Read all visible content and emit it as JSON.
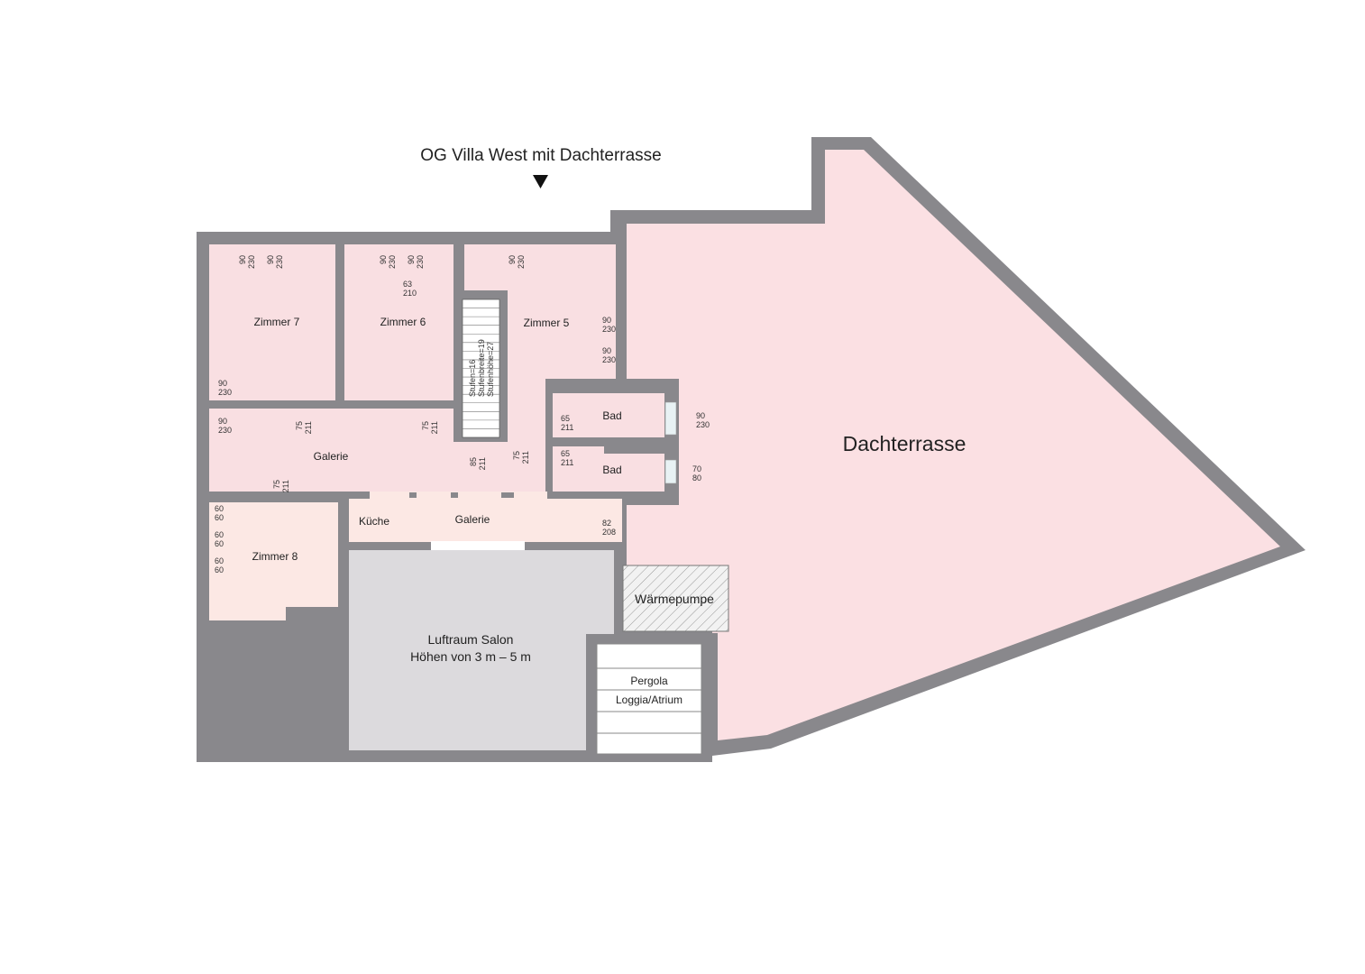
{
  "title": "OG Villa West mit Dachterrasse",
  "colors": {
    "wall": "#89888c",
    "room": "#f9dfe2",
    "room_light": "#fce8e4",
    "void": "#dcdadd",
    "terrace": "#fbe0e3"
  },
  "rooms": {
    "zimmer7": "Zimmer 7",
    "zimmer6": "Zimmer 6",
    "zimmer5": "Zimmer 5",
    "zimmer8": "Zimmer 8",
    "galerie_upper": "Galerie",
    "galerie_lower": "Galerie",
    "kueche": "Küche",
    "bad1": "Bad",
    "bad2": "Bad",
    "terrace": "Dachterrasse",
    "heatpump": "Wärmepumpe",
    "void_line1": "Luftraum Salon",
    "void_line2": "Höhen von 3 m – 5 m",
    "pergola": "Pergola",
    "loggia": "Loggia/Atrium"
  },
  "stairs": {
    "steps": "Stufen=16",
    "width": "Stufenbreite=19",
    "height": "Stufenhöhe=27"
  },
  "openings": [
    {
      "a": "90",
      "b": "230"
    },
    {
      "a": "90",
      "b": "230"
    },
    {
      "a": "90",
      "b": "230"
    },
    {
      "a": "90",
      "b": "230"
    },
    {
      "a": "90",
      "b": "230"
    },
    {
      "a": "63",
      "b": "210"
    },
    {
      "a": "90",
      "b": "230"
    },
    {
      "a": "90",
      "b": "230"
    },
    {
      "a": "90",
      "b": "230"
    },
    {
      "a": "90",
      "b": "230"
    },
    {
      "a": "75",
      "b": "211"
    },
    {
      "a": "75",
      "b": "211"
    },
    {
      "a": "75",
      "b": "211"
    },
    {
      "a": "85",
      "b": "211"
    },
    {
      "a": "75",
      "b": "211"
    },
    {
      "a": "65",
      "b": "211"
    },
    {
      "a": "65",
      "b": "211"
    },
    {
      "a": "90",
      "b": "230"
    },
    {
      "a": "70",
      "b": "80"
    },
    {
      "a": "82",
      "b": "208"
    },
    {
      "a": "60",
      "b": "60"
    },
    {
      "a": "60",
      "b": "60"
    },
    {
      "a": "60",
      "b": "60"
    }
  ]
}
